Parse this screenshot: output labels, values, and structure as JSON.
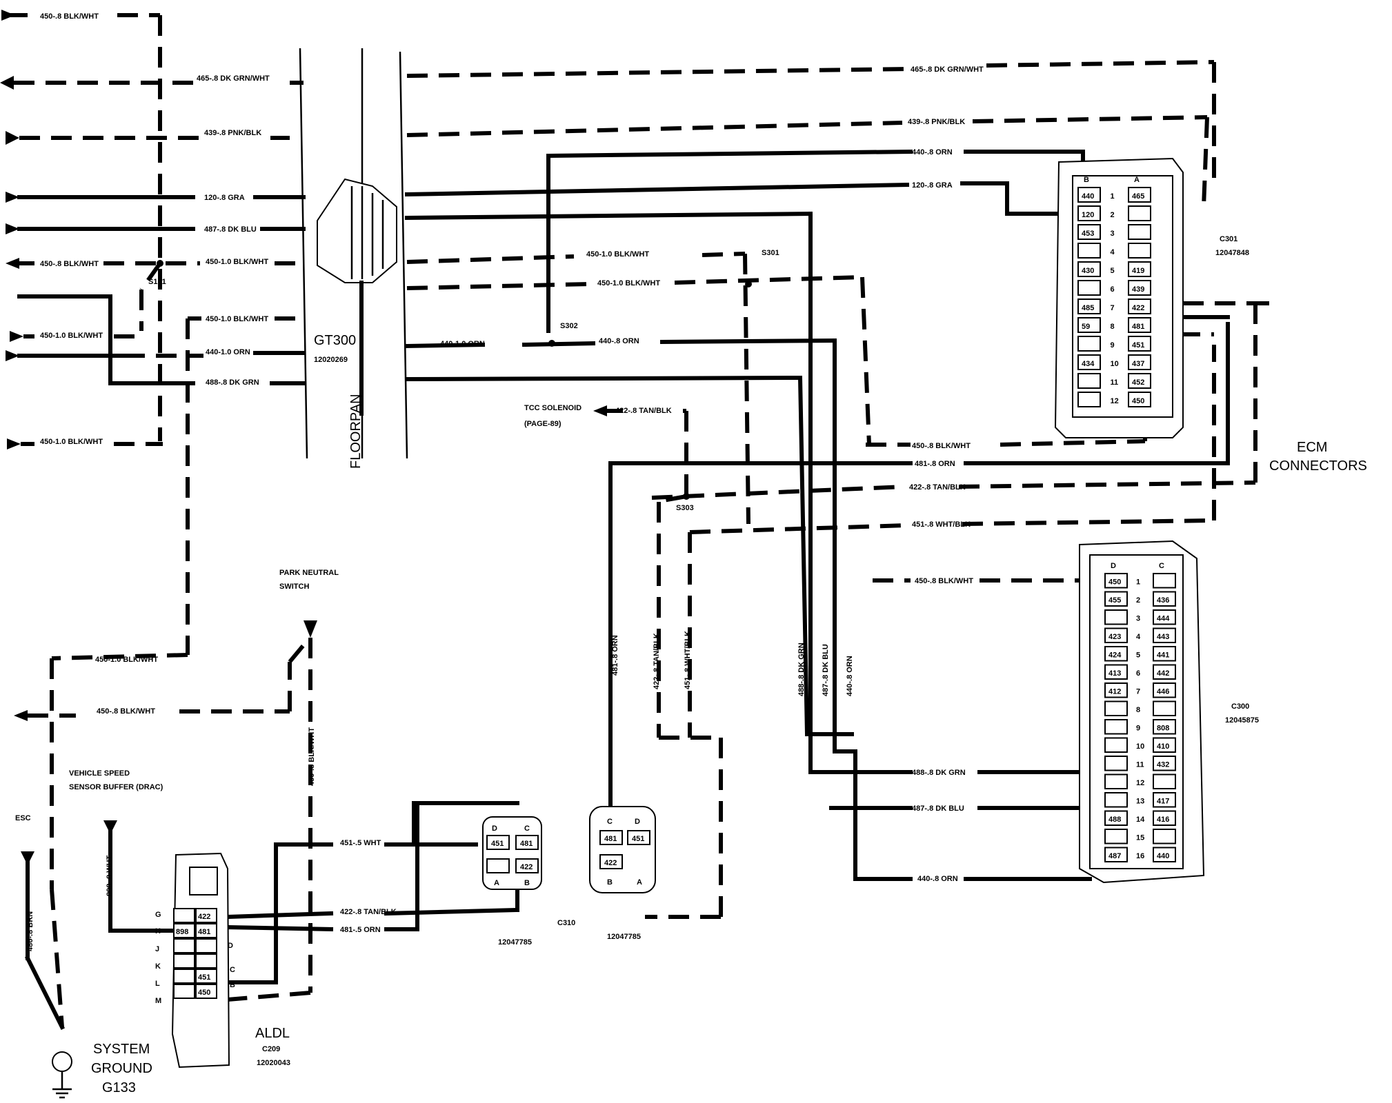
{
  "wires": {
    "w450_top": "450-.8 BLK/WHT",
    "w465_left": "465-.8 DK GRN/WHT",
    "w439_left": "439-.8 PNK/BLK",
    "w120_left": "120-.8 GRA",
    "w487_left": "487-.8 DK BLU",
    "w450_08_left": "450-.8 BLK/WHT",
    "w450_10_a": "450-1.0 BLK/WHT",
    "w450_10_b": "450-1.0 BLK/WHT",
    "w450_10_c": "450-1.0 BLK/WHT",
    "w440_10_orn": "440-1.0 ORN",
    "w488_left": "488-.8 DK GRN",
    "w450_10_bottom": "450-1.0 BLK/WHT",
    "w465_right": "465-.8 DK GRN/WHT",
    "w439_right": "439-.8 PNK/BLK",
    "w440_top": "440-.8 ORN",
    "w120_right": "120-.8 GRA",
    "w450_10_r1": "450-1.0 BLK/WHT",
    "w450_10_r2": "450-1.0 BLK/WHT",
    "w440_10_mid": "440-1.0 ORN",
    "w440_08_mid": "440-.8 ORN",
    "w422_tcc": "422-.8 TAN/BLK",
    "w450_ecm": "450-.8 BLK/WHT",
    "w481_ecm": "481-.8 ORN",
    "w422_ecm": "422-.8 TAN/BLK",
    "w451_ecm": "451-.8 WHT/BLK",
    "w450_c300": "450-.8 BLK/WHT",
    "w488_c300": "488-.8 DK GRN",
    "w487_c300": "487-.8 DK BLU",
    "w440_c300": "440-.8 ORN",
    "w450_mid_left": "450-.8 BLK/WHT",
    "w451_aldl": "451-.5 WHT",
    "w422_aldl": "422-.8 TAN/BLK",
    "w481_aldl": "481-.5 ORN",
    "v481": "481-.8 ORN",
    "v422": "422-.8 TAN/BLK",
    "v451": "451-.8 WHT/BLK",
    "v488": "488-.8 DK GRN",
    "v487": "487-.8 DK BLU",
    "v440": "440-.8 ORN",
    "v450_aldl": "450-.8 BLK/WHT",
    "v898": "898-.8 WHT",
    "v486": "486-.8 BRN"
  },
  "splices": {
    "s151": "S151",
    "s302": "S302",
    "s301": "S301",
    "s303": "S303"
  },
  "components": {
    "gt300_name": "GT300",
    "gt300_part": "12020269",
    "floorpan": "FLOORPAN",
    "tcc_line1": "TCC SOLENOID",
    "tcc_line2": "(PAGE-89)",
    "pns_line1": "PARK NEUTRAL",
    "pns_line2": "SWITCH",
    "vss_line1": "VEHICLE SPEED",
    "vss_line2": "SENSOR BUFFER (DRAC)",
    "esc": "ESC",
    "aldl_name": "ALDL",
    "aldl_conn": "C209",
    "aldl_part": "12020043",
    "ground1": "SYSTEM",
    "ground2": "GROUND",
    "ground3": "G133",
    "c310": "C310",
    "c310_part_a": "12047785",
    "c310_part_b": "12047785",
    "ecm1": "ECM",
    "ecm2": "CONNECTORS",
    "c301": "C301",
    "c301_part": "12047848",
    "c300": "C300",
    "c300_part": "12045875"
  },
  "c301": {
    "col_b": "B",
    "col_a": "A",
    "rows": [
      {
        "n": "1",
        "b": "440",
        "a": "465"
      },
      {
        "n": "2",
        "b": "120",
        "a": ""
      },
      {
        "n": "3",
        "b": "453",
        "a": ""
      },
      {
        "n": "4",
        "b": "",
        "a": ""
      },
      {
        "n": "5",
        "b": "430",
        "a": "419"
      },
      {
        "n": "6",
        "b": "",
        "a": "439"
      },
      {
        "n": "7",
        "b": "485",
        "a": "422"
      },
      {
        "n": "8",
        "b": "59",
        "a": "481"
      },
      {
        "n": "9",
        "b": "",
        "a": "451"
      },
      {
        "n": "10",
        "b": "434",
        "a": "437"
      },
      {
        "n": "11",
        "b": "",
        "a": "452"
      },
      {
        "n": "12",
        "b": "",
        "a": "450"
      }
    ]
  },
  "c300": {
    "col_d": "D",
    "col_c": "C",
    "rows": [
      {
        "n": "1",
        "d": "450",
        "c": ""
      },
      {
        "n": "2",
        "d": "455",
        "c": "436"
      },
      {
        "n": "3",
        "d": "",
        "c": "444"
      },
      {
        "n": "4",
        "d": "423",
        "c": "443"
      },
      {
        "n": "5",
        "d": "424",
        "c": "441"
      },
      {
        "n": "6",
        "d": "413",
        "c": "442"
      },
      {
        "n": "7",
        "d": "412",
        "c": "446"
      },
      {
        "n": "8",
        "d": "",
        "c": ""
      },
      {
        "n": "9",
        "d": "",
        "c": "808"
      },
      {
        "n": "10",
        "d": "",
        "c": "410"
      },
      {
        "n": "11",
        "d": "",
        "c": "432"
      },
      {
        "n": "12",
        "d": "",
        "c": ""
      },
      {
        "n": "13",
        "d": "",
        "c": "417"
      },
      {
        "n": "14",
        "d": "488",
        "c": "416"
      },
      {
        "n": "15",
        "d": "",
        "c": ""
      },
      {
        "n": "16",
        "d": "487",
        "c": "440"
      }
    ]
  },
  "aldl_conn_pins": {
    "g": "G",
    "h": "H",
    "j": "J",
    "k": "K",
    "l": "L",
    "m": "M",
    "d": "D",
    "c": "C",
    "b": "B",
    "p422": "422",
    "p898": "898",
    "p481": "481",
    "p451": "451",
    "p450": "450"
  },
  "c310a": {
    "c": "C",
    "d": "D",
    "a": "A",
    "b": "B",
    "p451": "451",
    "p481": "481",
    "p422": "422"
  },
  "c310b": {
    "c": "C",
    "d": "D",
    "a": "A",
    "b": "B",
    "p481": "481",
    "p451": "451",
    "p422": "422"
  }
}
